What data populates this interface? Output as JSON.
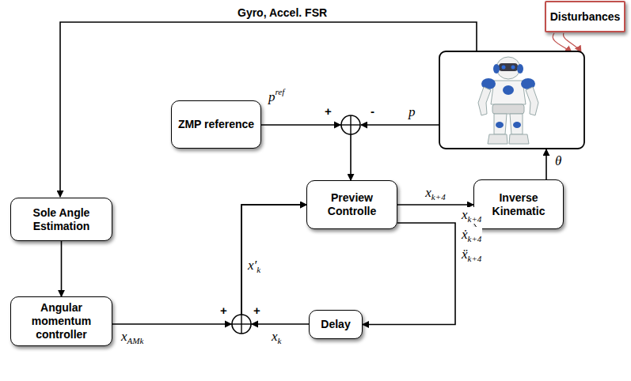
{
  "diagram": {
    "nodes": [
      {
        "text": [
          "Disturbances"
        ]
      },
      {
        "text": [
          "ZMP reference"
        ]
      },
      {
        "text": [
          "Preview Controlle"
        ]
      },
      {
        "text": [
          "Inverse Kinematic"
        ]
      },
      {
        "text": [
          "Sole Angle Estimation"
        ]
      },
      {
        "text": [
          "Angular momentum controller"
        ]
      },
      {
        "text": [
          "Delay"
        ]
      }
    ],
    "edges": [
      {
        "from": 4,
        "to": 5,
        "arrow": "to"
      },
      {
        "from": 2,
        "to": 3,
        "label": "xk+4",
        "arrow": "to"
      },
      {
        "from": 2,
        "to": 6,
        "arrow": "to"
      },
      {
        "from": 6,
        "to": 2,
        "arrow": "to"
      },
      {
        "from": 5,
        "to": 2,
        "arrow": "to"
      },
      {
        "from": 1,
        "to": 2,
        "arrow": "to"
      }
    ],
    "labels": [
      "Gyro, Accel. FSR",
      "pref",
      "+",
      "-",
      "p",
      "θ",
      "xk+4",
      "ẋk+4",
      "ẍk+4",
      "x′k",
      "xAMk",
      "+",
      "+",
      "xk"
    ]
  }
}
